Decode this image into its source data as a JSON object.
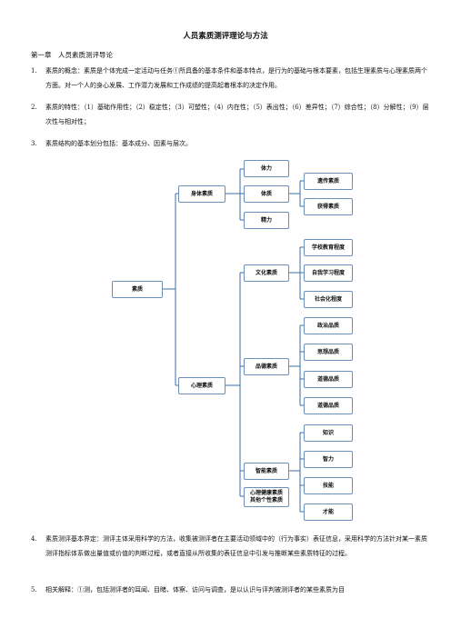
{
  "doc": {
    "title": "人员素质测评理论与方法",
    "chapter": "第一章　人员素质测评导论",
    "items": [
      {
        "num": "1.",
        "text": "素质的概念：素质是个体完成一定活动与任务①所具备的基本条件和基本特点，是行为的基础与根本要素，包括生理素质与心理素质两个方面。对一个人的身心发展、工作潜力发展和工作成绩的提高起着根本的决定作用。"
      },
      {
        "num": "2.",
        "text": "素质的特性：（1）基础作用性；（2）稳定性；（3）可塑性；（4）内在性；（5）表出性；（6）差异性；（7）综合性；（8）分解性；（9）层次性与相对性；"
      },
      {
        "num": "3.",
        "text": "素质结构的基本划分包括：基本成分、因素与层次。"
      },
      {
        "num": "4.",
        "text": "素质测评基本界定：测评主体采用科学的方法，收集被测评者在主要活动领域中的（行为事实）表征信息，采用科学的方法针对某一素质测评指标体系做出量值或价值的判断过程，或者直接从所收集的表征信息中引发与推断某些素质特征的过程。"
      },
      {
        "num": "5.",
        "text": "相关解释：①测，包括测评者的耳闻、目睹、体察、访问与调查，是以认识与评判被测评者的某些素质为目"
      }
    ]
  },
  "tree": {
    "root": "素质",
    "body": "身体素质",
    "tili": "体力",
    "tizhi": "体质",
    "jingli": "精力",
    "yichuan": "遗传素质",
    "huode": "获得素质",
    "mind": "心理素质",
    "wenhua": "文化素质",
    "xuexiao": "学校教育程度",
    "ziwo": "自我学习程度",
    "shehui": "社会化程度",
    "pinde": "品德素质",
    "zhengzhi": "政治品质",
    "sixiang": "思想品质",
    "daode1": "道德品质",
    "daode2": "道德品质",
    "zhineng": "智能素质",
    "health": "心理健康素质\n其他个性素质",
    "zhishi": "知识",
    "zhili": "智力",
    "jineng": "技能",
    "caineng": "才能"
  }
}
